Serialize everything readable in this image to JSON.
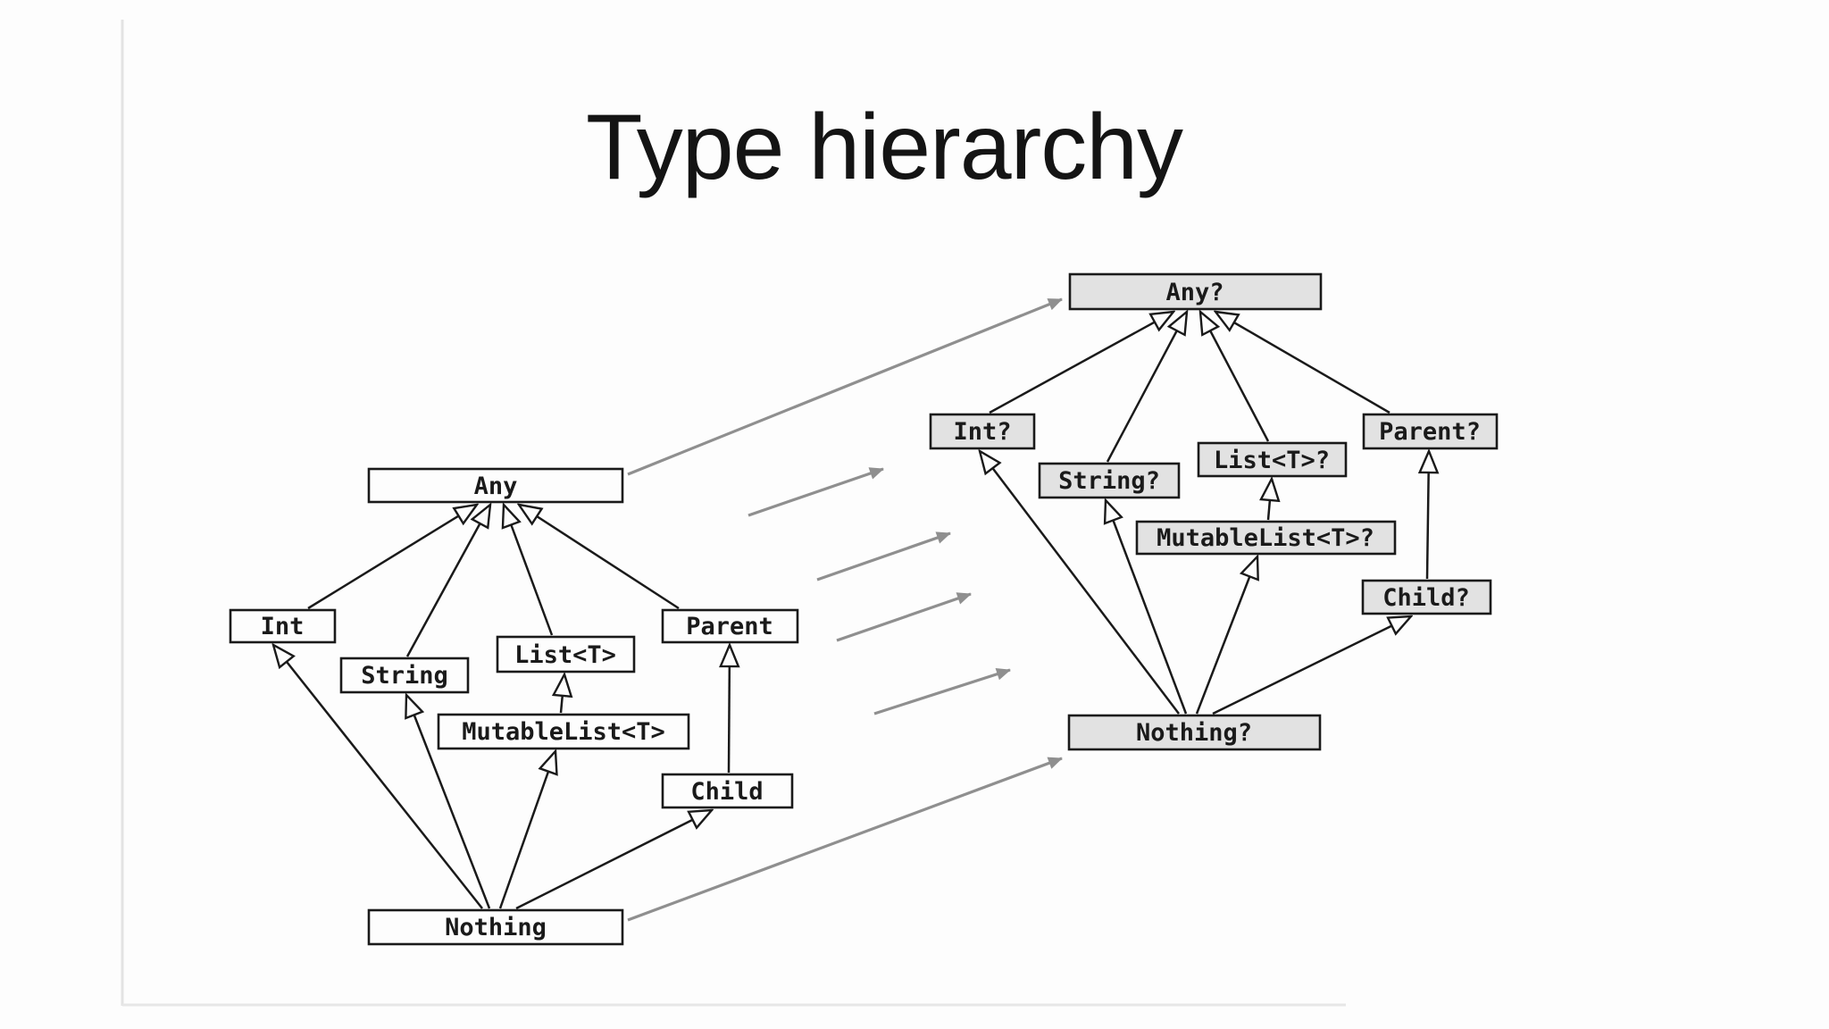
{
  "title": "Type hierarchy",
  "nodes": {
    "any": "Any",
    "int": "Int",
    "string": "String",
    "list": "List<T>",
    "mutable_list": "MutableList<T>",
    "parent": "Parent",
    "child": "Child",
    "nothing": "Nothing",
    "any_q": "Any?",
    "int_q": "Int?",
    "string_q": "String?",
    "list_q": "List<T>?",
    "mutable_list_q": "MutableList<T>?",
    "parent_q": "Parent?",
    "child_q": "Child?",
    "nothing_q": "Nothing?"
  },
  "relations": {
    "subtype_edges_left": [
      {
        "from": "Int",
        "to": "Any"
      },
      {
        "from": "String",
        "to": "Any"
      },
      {
        "from": "List<T>",
        "to": "Any"
      },
      {
        "from": "Parent",
        "to": "Any"
      },
      {
        "from": "MutableList<T>",
        "to": "List<T>"
      },
      {
        "from": "Child",
        "to": "Parent"
      },
      {
        "from": "Nothing",
        "to": "Int"
      },
      {
        "from": "Nothing",
        "to": "String"
      },
      {
        "from": "Nothing",
        "to": "MutableList<T>"
      },
      {
        "from": "Nothing",
        "to": "Child"
      }
    ],
    "subtype_edges_right": [
      {
        "from": "Int?",
        "to": "Any?"
      },
      {
        "from": "String?",
        "to": "Any?"
      },
      {
        "from": "List<T>?",
        "to": "Any?"
      },
      {
        "from": "Parent?",
        "to": "Any?"
      },
      {
        "from": "MutableList<T>?",
        "to": "List<T>?"
      },
      {
        "from": "Child?",
        "to": "Parent?"
      },
      {
        "from": "Nothing?",
        "to": "Int?"
      },
      {
        "from": "Nothing?",
        "to": "String?"
      },
      {
        "from": "Nothing?",
        "to": "MutableList<T>?"
      },
      {
        "from": "Nothing?",
        "to": "Child?"
      }
    ],
    "nullable_mapping_arrows": [
      {
        "from": "Any",
        "to": "Any?"
      },
      {
        "from": "Nothing",
        "to": "Nothing?"
      }
    ],
    "short_mapping_arrow_count": 4
  },
  "colors": {
    "background": "#fdfdfd",
    "box_fill_plain": "#fdfdfd",
    "box_fill_nullable": "#e2e2e2",
    "box_border": "#1a1a1a",
    "edge_line": "#1a1a1a",
    "mapping_arrow": "#8f8f8f",
    "frame_line": "#e3e3e3",
    "title_color": "#141414"
  }
}
